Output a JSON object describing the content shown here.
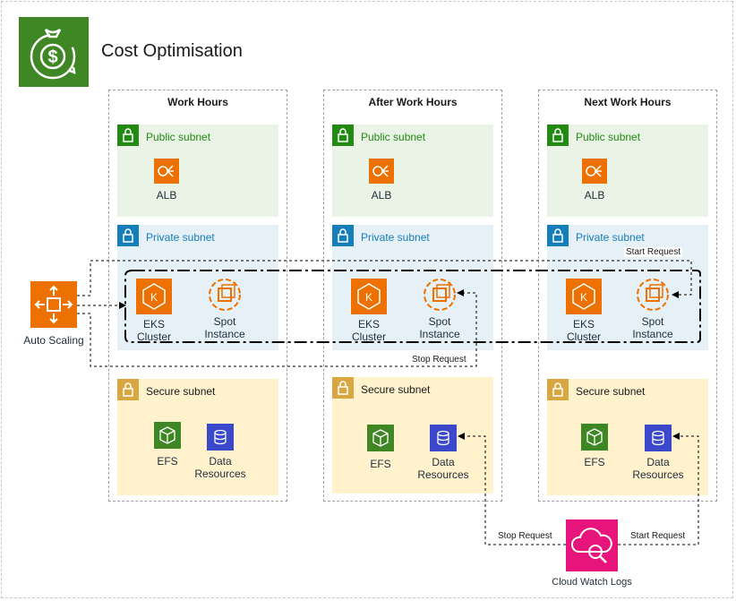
{
  "title": "Cost Optimisation",
  "columns": [
    {
      "title": "Work Hours",
      "public": "Public subnet",
      "alb": "ALB",
      "private": "Private subnet",
      "eks": "EKS Cluster",
      "spot": "Spot Instance",
      "secure": "Secure subnet",
      "efs": "EFS",
      "data": "Data Resources"
    },
    {
      "title": "After Work Hours",
      "public": "Public subnet",
      "alb": "ALB",
      "private": "Private subnet",
      "eks": "EKS Cluster",
      "spot": "Spot Instance",
      "secure": "Secure subnet",
      "efs": "EFS",
      "data": "Data Resources"
    },
    {
      "title": "Next Work Hours",
      "public": "Public subnet",
      "alb": "ALB",
      "private": "Private subnet",
      "eks": "EKS Cluster",
      "spot": "Spot Instance",
      "secure": "Secure subnet",
      "efs": "EFS",
      "data": "Data Resources"
    }
  ],
  "auto_scaling": "Auto Scaling",
  "cloudwatch": "Cloud Watch Logs",
  "flows": {
    "start_request_top": "Start Request",
    "stop_request_mid": "Stop Request",
    "stop_request_bottom": "Stop Request",
    "start_request_bottom": "Start Request"
  },
  "icons": [
    "cost-optimisation-icon",
    "lock-icon",
    "alb-icon",
    "eks-icon",
    "spot-instance-icon",
    "efs-icon",
    "rds-icon",
    "auto-scaling-icon",
    "cloudwatch-logs-icon"
  ],
  "colors": {
    "public": "#248814",
    "private": "#147eba",
    "secure": "#d9a741",
    "orange": "#ed7100",
    "green": "#3f8624",
    "blue": "#3b48cc",
    "pink": "#e7157b"
  }
}
